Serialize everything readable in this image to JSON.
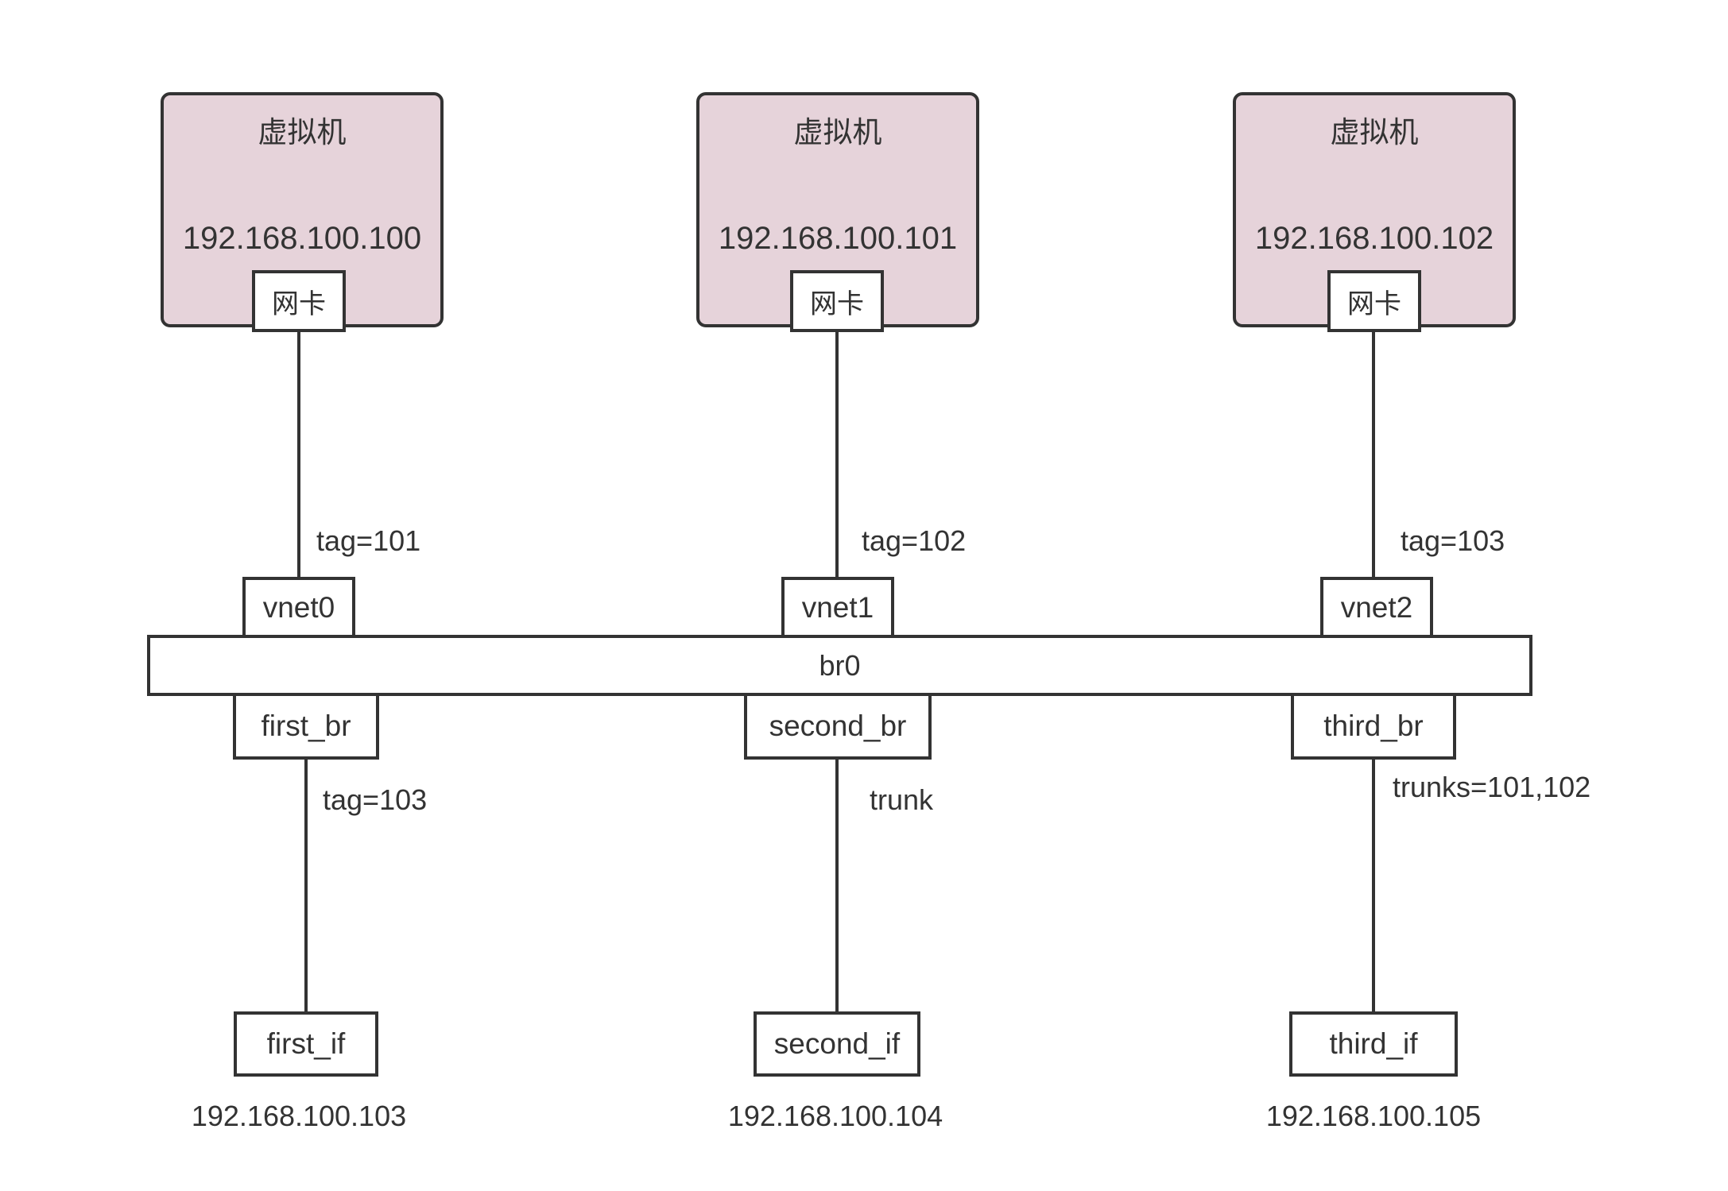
{
  "diagram": {
    "vms": [
      {
        "title": "虚拟机",
        "ip": "192.168.100.100",
        "nic": "网卡",
        "tag": "tag=101",
        "vnet": "vnet0"
      },
      {
        "title": "虚拟机",
        "ip": "192.168.100.101",
        "nic": "网卡",
        "tag": "tag=102",
        "vnet": "vnet1"
      },
      {
        "title": "虚拟机",
        "ip": "192.168.100.102",
        "nic": "网卡",
        "tag": "tag=103",
        "vnet": "vnet2"
      }
    ],
    "bridge_label": "br0",
    "branches": [
      {
        "br": "first_br",
        "link": "tag=103",
        "if": "first_if",
        "ip": "192.168.100.103"
      },
      {
        "br": "second_br",
        "link": "trunk",
        "if": "second_if",
        "ip": "192.168.100.104"
      },
      {
        "br": "third_br",
        "link": "trunks=101,102",
        "if": "third_if",
        "ip": "192.168.100.105"
      }
    ],
    "colors": {
      "vm_fill": "#e6d3da",
      "border": "#333333",
      "text": "#333333"
    }
  }
}
